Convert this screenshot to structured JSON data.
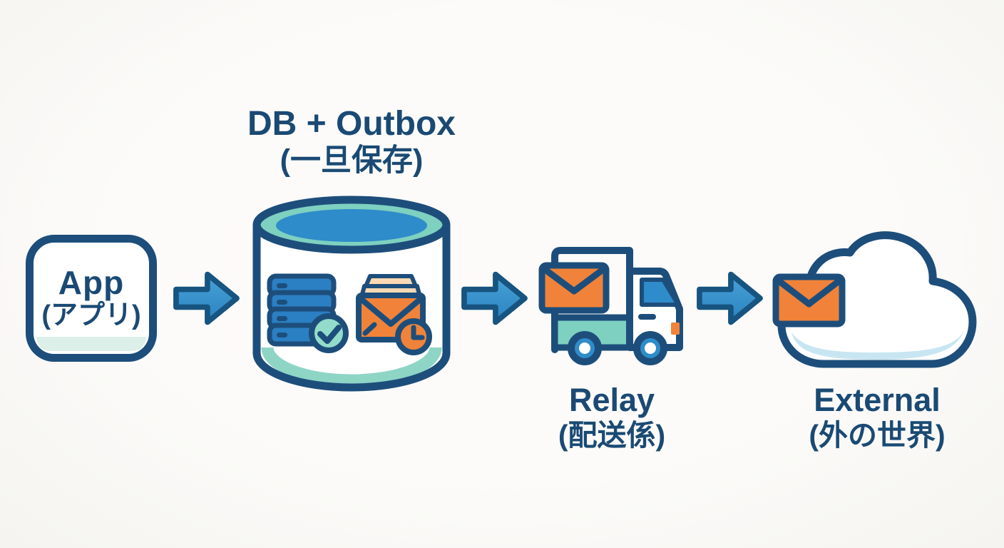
{
  "colors": {
    "outline_navy": "#1d4e7b",
    "label_text": "#1a4a74",
    "fill_blue": "#2f8cca",
    "server_blue": "#2b7fc3",
    "teal": "#7ed0c0",
    "mint": "#93dcca",
    "orange": "#f08339",
    "cream": "#fcd9b4",
    "cloud_shadow_blue": "#c8e6f2",
    "background": "#faf9f6"
  },
  "diagram": {
    "nodes": [
      {
        "id": "app",
        "title": "App",
        "subtitle": "(アプリ)",
        "icon": "rounded-app-box"
      },
      {
        "id": "db-outbox",
        "title": "DB + Outbox",
        "subtitle": "(一旦保存)",
        "icon": "database-cylinder",
        "inner_icons": [
          "server-stack",
          "check-badge",
          "outbox-envelope",
          "clock-badge"
        ]
      },
      {
        "id": "relay",
        "title": "Relay",
        "subtitle": "(配送係)",
        "icon": "delivery-truck",
        "inner_icons": [
          "envelope"
        ]
      },
      {
        "id": "external",
        "title": "External",
        "subtitle": "(外の世界)",
        "icon": "cloud",
        "inner_icons": [
          "envelope"
        ]
      }
    ],
    "arrows": [
      {
        "from": "app",
        "to": "db-outbox"
      },
      {
        "from": "db-outbox",
        "to": "relay"
      },
      {
        "from": "relay",
        "to": "external"
      }
    ]
  }
}
